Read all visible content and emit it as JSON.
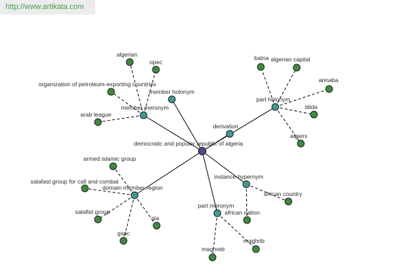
{
  "banner": {
    "url": "http://www.artikata.com"
  },
  "colors": {
    "root": "#4a4a8c",
    "relation": "#3f9a94",
    "leaf": "#3f8a3f",
    "edge": "#000000"
  },
  "graph": {
    "root": "democratic and popular republic of algeria",
    "relations": [
      {
        "id": "member-holonym",
        "label": "member holonym",
        "leaves": []
      },
      {
        "id": "member-meronym",
        "label": "member meronym",
        "leaves": [
          "algerian",
          "opec",
          "organization of petroleum-exporting countries",
          "arab league"
        ]
      },
      {
        "id": "derivation",
        "label": "derivation",
        "leaves": []
      },
      {
        "id": "part-holonym",
        "label": "part holonym",
        "leaves": [
          "batna",
          "algerian capital",
          "annaba",
          "blida",
          "algiers"
        ]
      },
      {
        "id": "domain-member-region",
        "label": "domain member region",
        "leaves": [
          "armed islamic group",
          "salafast group for call and combat",
          "salafist group",
          "gspc",
          "gia"
        ]
      },
      {
        "id": "instance-hypernym",
        "label": "instance hypernym",
        "leaves": [
          "african country",
          "african nation"
        ]
      },
      {
        "id": "part-meronym",
        "label": "part meronym",
        "leaves": [
          "maghreb",
          "maghrib"
        ]
      }
    ]
  }
}
